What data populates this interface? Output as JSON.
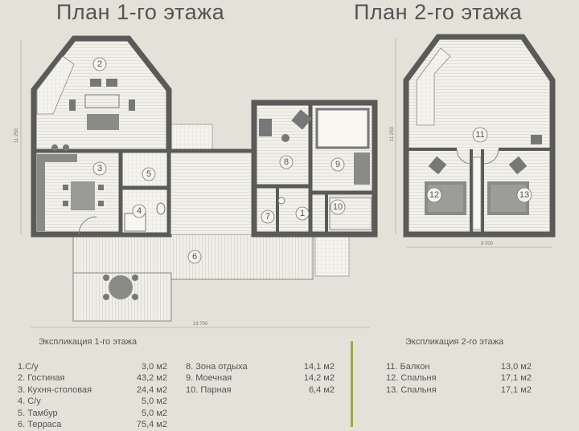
{
  "floor1": {
    "title": "План 1-го этажа",
    "rooms": [
      "2",
      "3",
      "4",
      "5",
      "6",
      "7",
      "8",
      "9",
      "10",
      "1"
    ],
    "dim_width": "19 700",
    "dim_height": "11 250"
  },
  "floor2": {
    "title": "План 2-го этажа",
    "rooms": [
      "11",
      "12",
      "13"
    ],
    "dim_width": "8 000",
    "dim_height": "11 250"
  },
  "explication1": {
    "title": "Экспликация 1-го этажа",
    "col1": [
      {
        "name": "1.С/у",
        "area": "3,0 м2"
      },
      {
        "name": "2. Гостиная",
        "area": "43,2 м2"
      },
      {
        "name": "3. Кухня-столовая",
        "area": "24,4 м2"
      },
      {
        "name": "4. С/у",
        "area": "5,0 м2"
      },
      {
        "name": "5. Тамбур",
        "area": "5,0 м2"
      },
      {
        "name": "6. Терраса",
        "area": "75,4 м2"
      }
    ],
    "col2": [
      {
        "name": "8. Зона отдыха",
        "area": "14,1 м2"
      },
      {
        "name": "9. Моечная",
        "area": "14,2 м2"
      },
      {
        "name": "10. Парная",
        "area": "6,4 м2"
      }
    ]
  },
  "explication2": {
    "title": "Экспликация 2-го этажа",
    "col1": [
      {
        "name": "11. Балкон",
        "area": "13,0 м2"
      },
      {
        "name": "12. Спальня",
        "area": "17,1 м2"
      },
      {
        "name": "13. Спальня",
        "area": "17,1 м2"
      }
    ]
  },
  "colors": {
    "background": "#e4e1d8",
    "wall": "#5a5a58",
    "floor": "#efeee8",
    "accent": "#9aaa44"
  }
}
